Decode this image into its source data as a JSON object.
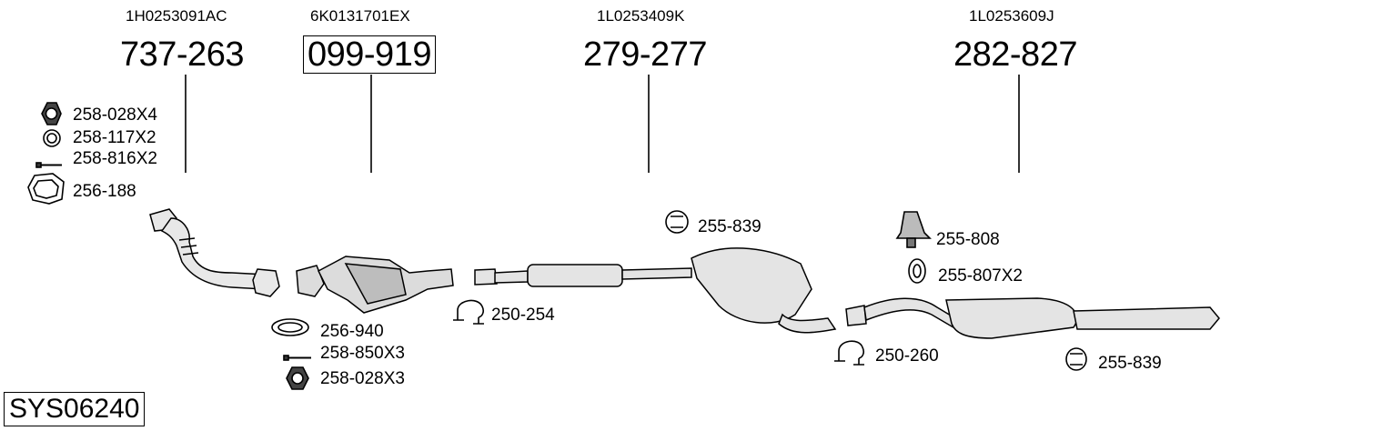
{
  "assembly": {
    "system_code": "SYS06240",
    "main_parts": [
      {
        "oem": "1H0253091AC",
        "number": "737-263",
        "boxed": false
      },
      {
        "oem": "6K0131701EX",
        "number": "099-919",
        "boxed": true
      },
      {
        "oem": "1L0253409K",
        "number": "279-277",
        "boxed": false
      },
      {
        "oem": "1L0253609J",
        "number": "282-827",
        "boxed": false
      }
    ],
    "accessories": [
      {
        "code": "258-028X4",
        "icon": "nut-icon"
      },
      {
        "code": "258-117X2",
        "icon": "washer-icon"
      },
      {
        "code": "258-816X2",
        "icon": "bolt-icon"
      },
      {
        "code": "256-188",
        "icon": "flange-gasket-icon"
      },
      {
        "code": "256-940",
        "icon": "ring-gasket-icon"
      },
      {
        "code": "258-850X3",
        "icon": "bolt-icon"
      },
      {
        "code": "258-028X3",
        "icon": "nut-icon"
      },
      {
        "code": "250-254",
        "icon": "clamp-icon"
      },
      {
        "code": "255-839",
        "icon": "rubber-mount-icon"
      },
      {
        "code": "255-808",
        "icon": "hanger-block-icon"
      },
      {
        "code": "255-807X2",
        "icon": "rubber-ring-icon"
      },
      {
        "code": "250-260",
        "icon": "clamp-icon"
      },
      {
        "code": "255-839",
        "icon": "rubber-mount-icon"
      }
    ]
  }
}
